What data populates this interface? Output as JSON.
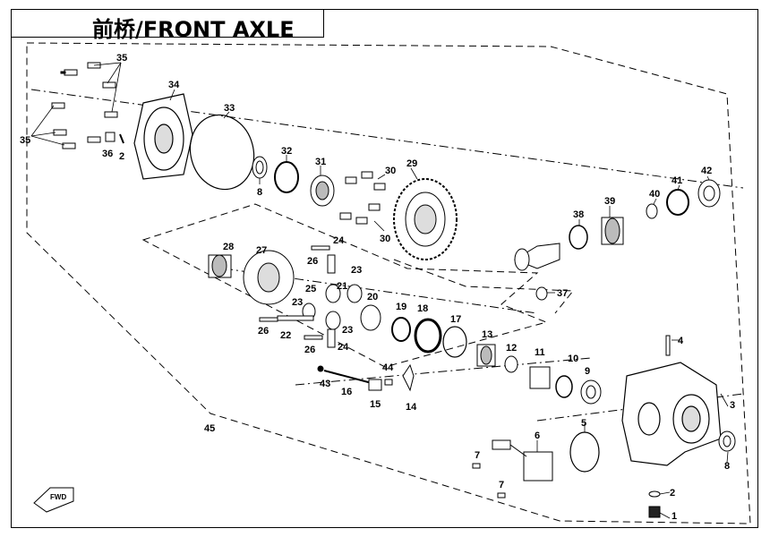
{
  "title": "前桥/FRONT AXLE",
  "fwd_badge": "FWD",
  "callouts": {
    "c1": "1",
    "c2a": "2",
    "c2b": "2",
    "c3": "3",
    "c4": "4",
    "c5": "5",
    "c6": "6",
    "c7a": "7",
    "c7b": "7",
    "c8a": "8",
    "c8b": "8",
    "c9": "9",
    "c10": "10",
    "c11": "11",
    "c12": "12",
    "c13": "13",
    "c14": "14",
    "c15": "15",
    "c16": "16",
    "c17": "17",
    "c18": "18",
    "c19": "19",
    "c20": "20",
    "c21": "21",
    "c22": "22",
    "c23a": "23",
    "c23b": "23",
    "c23c": "23",
    "c24a": "24",
    "c24b": "24",
    "c25": "25",
    "c26a": "26",
    "c26b": "26",
    "c26c": "26",
    "c27": "27",
    "c28": "28",
    "c29": "29",
    "c30a": "30",
    "c30b": "30",
    "c31": "31",
    "c32": "32",
    "c33": "33",
    "c34": "34",
    "c35a": "35",
    "c35b": "35",
    "c36": "36",
    "c37": "37",
    "c38": "38",
    "c39": "39",
    "c40": "40",
    "c41": "41",
    "c42": "42",
    "c43": "43",
    "c44": "44",
    "c45": "45"
  }
}
